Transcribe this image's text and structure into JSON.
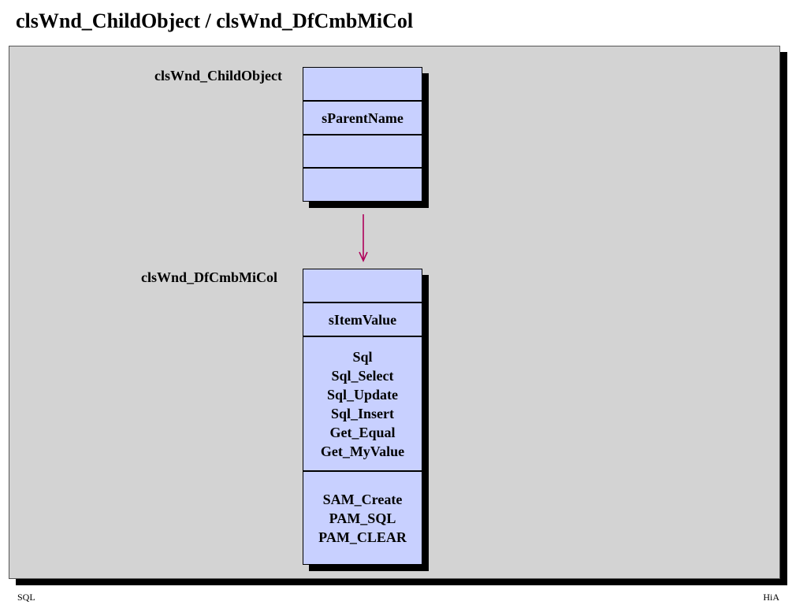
{
  "title": "clsWnd_ChildObject  /  clsWnd_DfCmbMiCol",
  "colors": {
    "panel": "#d3d3d3",
    "class_fill": "#c8d0ff",
    "arrow": "#b0005a",
    "shadow": "#000000"
  },
  "class_parent": {
    "name": "clsWnd_ChildObject",
    "sections": [
      [],
      [
        "sParentName"
      ],
      [],
      []
    ]
  },
  "class_child": {
    "name": "clsWnd_DfCmbMiCol",
    "sections": [
      [],
      [
        "sItemValue"
      ],
      [
        "Sql",
        "Sql_Select",
        "Sql_Update",
        "Sql_Insert",
        "Get_Equal",
        "Get_MyValue"
      ],
      [
        "SAM_Create",
        "PAM_SQL",
        "PAM_CLEAR"
      ]
    ]
  },
  "relation": {
    "type": "inheritance-arrow",
    "from": "clsWnd_ChildObject",
    "to": "clsWnd_DfCmbMiCol"
  },
  "footer": {
    "left": "SQL",
    "right": "HiA"
  }
}
